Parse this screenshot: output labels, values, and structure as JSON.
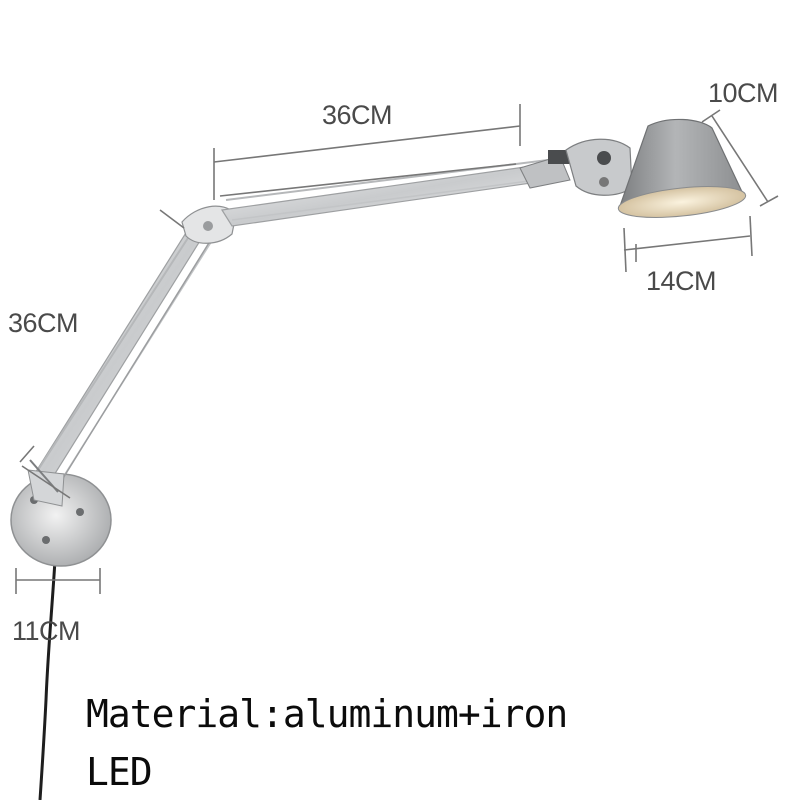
{
  "dimensions": {
    "top_arm": "36CM",
    "lower_arm": "36CM",
    "shade_height": "10CM",
    "shade_width": "14CM",
    "base_width": "11CM"
  },
  "caption": {
    "material": "Material:aluminum+iron",
    "light": "LED"
  },
  "colors": {
    "arm": "#d6d8da",
    "shade": "#9a9c9e",
    "shade_inner": "#e8d9bb",
    "dimension_line": "#777777",
    "cable": "#1e1e1e"
  }
}
